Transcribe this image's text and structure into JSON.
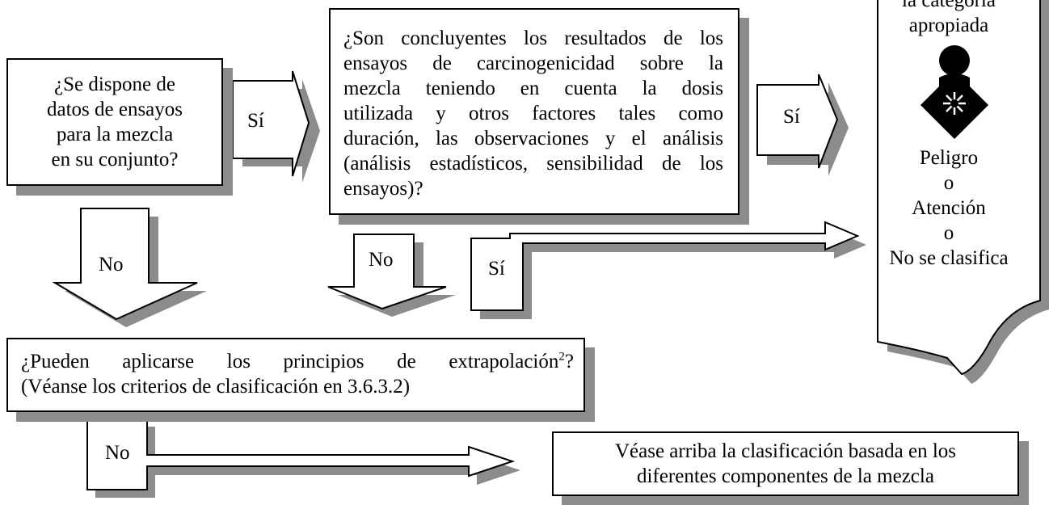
{
  "q1": {
    "lines": [
      "¿Se dispone de",
      "datos de ensayos",
      "para la mezcla",
      "en su conjunto?"
    ]
  },
  "q2": {
    "lines": [
      "¿Son concluyentes los resultados de los",
      "ensayos de carcinogenicidad sobre la",
      "mezcla teniendo en cuenta la dosis",
      "utilizada y otros factores tales como",
      "duración, las observaciones y el análisis",
      "(análisis estadísticos, sensibilidad de los",
      "ensayos)?"
    ]
  },
  "q3": {
    "line1": "¿Pueden aplicarse los principios de extrapolación",
    "footnote": "2",
    "line1_end": "?",
    "line2": "(Véanse los criterios de clasificación en 3.6.3.2)"
  },
  "labels": {
    "yes1": "Sí",
    "yes2": "Sí",
    "yes3": "Sí",
    "no1": "No",
    "no2": "No",
    "no3": "No"
  },
  "result": {
    "top_lines": [
      "la categoría",
      "apropiada"
    ],
    "pictogram": "health-hazard-icon",
    "options": [
      "Peligro",
      "o",
      "Atención",
      "o",
      "No se clasifica"
    ]
  },
  "final_box": {
    "lines": [
      "Véase arriba la clasificación basada en los",
      "diferentes componentes de la mezcla"
    ]
  },
  "colors": {
    "shadow": "#8c8c8c",
    "line": "#000000",
    "fill": "#ffffff"
  }
}
